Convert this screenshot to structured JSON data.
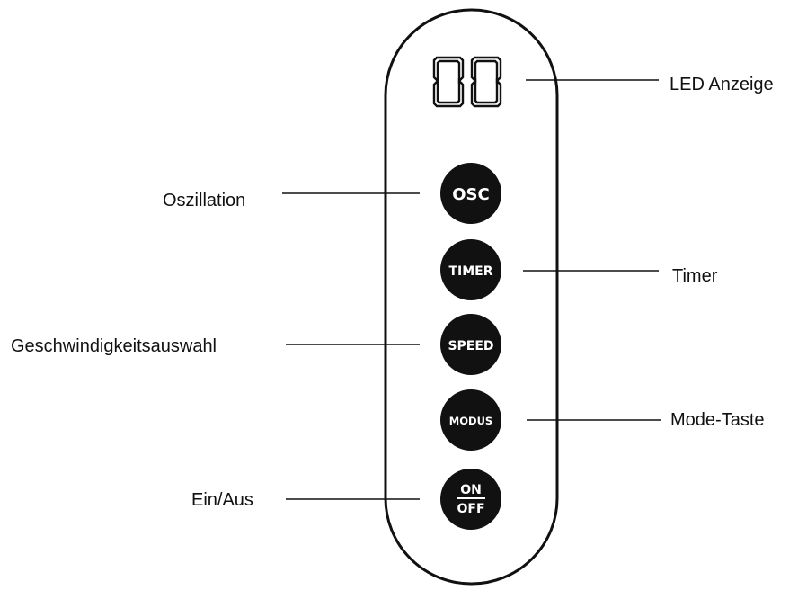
{
  "led_display": {
    "digits": "00",
    "label": "LED Anzeige"
  },
  "buttons": [
    {
      "id": "osc",
      "label": "OSC",
      "callout": "Oszillation"
    },
    {
      "id": "timer",
      "label": "TIMER",
      "callout": "Timer"
    },
    {
      "id": "speed",
      "label": "SPEED",
      "callout": "Geschwindigkeitsauswahl"
    },
    {
      "id": "modus",
      "label": "MODUS",
      "callout": "Mode-Taste"
    },
    {
      "id": "onoff",
      "label_top": "ON",
      "label_bottom": "OFF",
      "callout": "Ein/Aus"
    }
  ],
  "colors": {
    "outline": "#111111",
    "button_fill": "#111111",
    "button_text": "#ffffff",
    "background": "#ffffff"
  }
}
